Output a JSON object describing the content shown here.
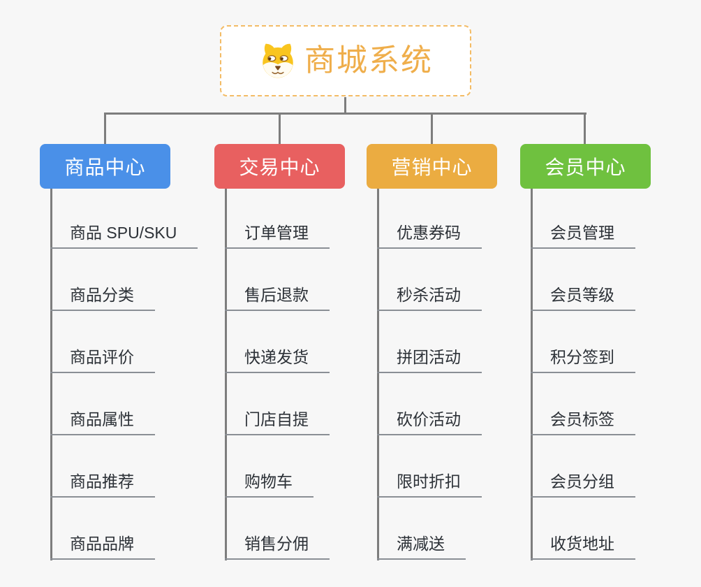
{
  "root": {
    "label": "商城系统",
    "icon": "dog-face-icon",
    "accent_color": "#EFAE4B",
    "border_color": "#F3BC66"
  },
  "branches": [
    {
      "label": "商品中心",
      "color": "#4A90E8",
      "children": [
        "商品 SPU/SKU",
        "商品分类",
        "商品评价",
        "商品属性",
        "商品推荐",
        "商品品牌"
      ]
    },
    {
      "label": "交易中心",
      "color": "#E86060",
      "children": [
        "订单管理",
        "售后退款",
        "快递发货",
        "门店自提",
        "购物车",
        "销售分佣"
      ]
    },
    {
      "label": "营销中心",
      "color": "#EBAC41",
      "children": [
        "优惠券码",
        "秒杀活动",
        "拼团活动",
        "砍价活动",
        "限时折扣",
        "满减送"
      ]
    },
    {
      "label": "会员中心",
      "color": "#6FC13F",
      "children": [
        "会员管理",
        "会员等级",
        "积分签到",
        "会员标签",
        "会员分组",
        "收货地址"
      ]
    }
  ],
  "colors": {
    "background": "#F7F7F7",
    "connector": "#7D7D7D",
    "leaf_underline": "#8A8F95",
    "leaf_text": "#2C3137"
  }
}
